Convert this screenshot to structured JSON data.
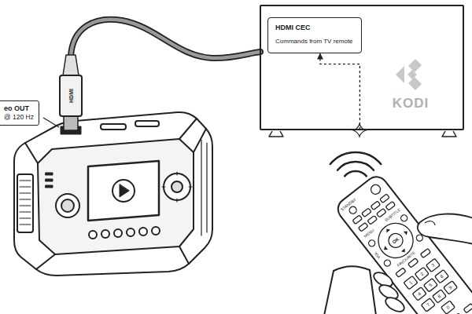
{
  "diagram": {
    "nodes": [
      {
        "text": [
          "KODI"
        ]
      },
      {
        "text": [
          "HDMI CEC",
          "Commands from TV remote"
        ],
        "in": 0
      },
      {
        "text": [
          "eo OUT",
          "@ 120 Hz"
        ]
      }
    ],
    "edges": [
      {
        "from": 0,
        "to": 1,
        "arrow": "to"
      }
    ],
    "labels": [
      "HDMI",
      "STANDBY",
      "SUBTITLE",
      "MENU",
      "OK",
      "VOL",
      "FAVOURITE",
      "1",
      "2",
      "3",
      "4",
      "5",
      "6",
      "7",
      "8",
      "9",
      "0"
    ]
  }
}
